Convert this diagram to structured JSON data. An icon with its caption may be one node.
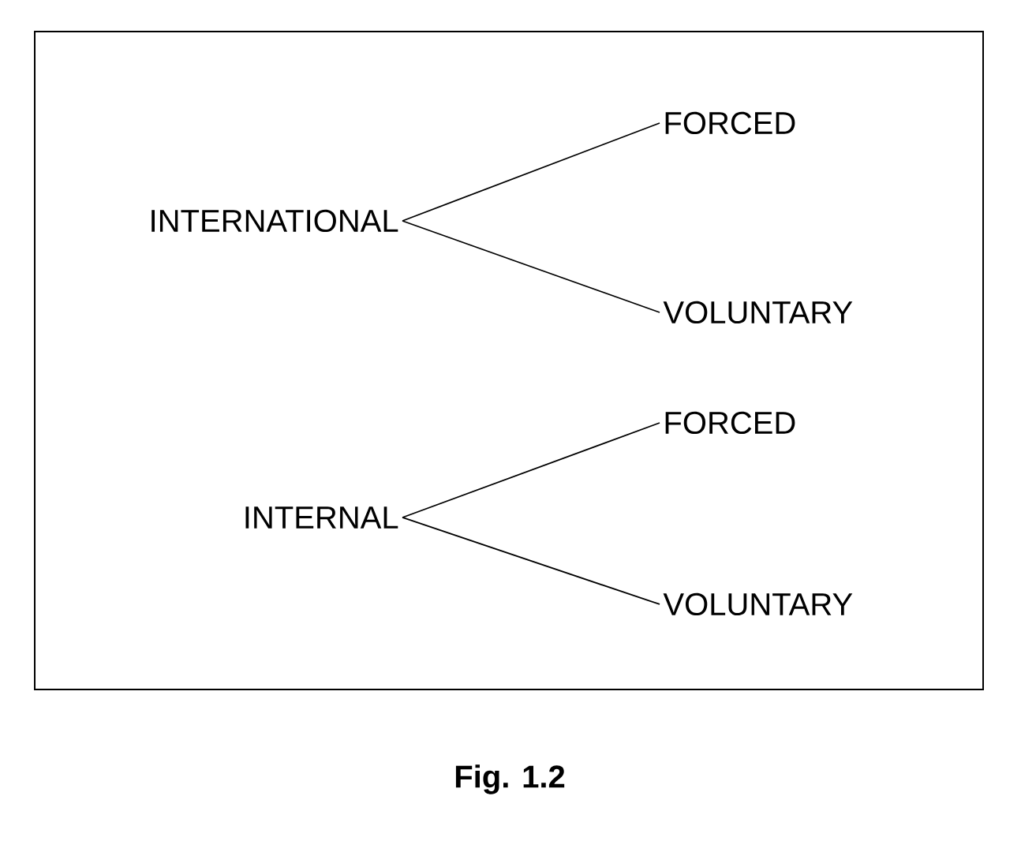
{
  "diagram": {
    "caption": "Fig. 1.2",
    "nodes": [
      {
        "text": [
          "INTERNATIONAL"
        ]
      },
      {
        "text": [
          "FORCED"
        ]
      },
      {
        "text": [
          "VOLUNTARY"
        ]
      },
      {
        "text": [
          "INTERNAL"
        ]
      },
      {
        "text": [
          "FORCED"
        ]
      },
      {
        "text": [
          "VOLUNTARY"
        ]
      }
    ],
    "edges": [
      {
        "from": 0,
        "to": 1,
        "arrow": "none"
      },
      {
        "from": 0,
        "to": 2,
        "arrow": "none"
      },
      {
        "from": 3,
        "to": 4,
        "arrow": "none"
      },
      {
        "from": 3,
        "to": 5,
        "arrow": "none"
      }
    ]
  }
}
